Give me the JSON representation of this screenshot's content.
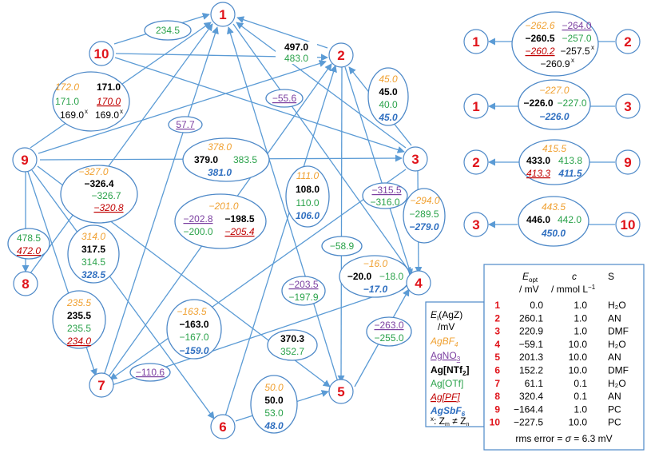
{
  "nodes": [
    {
      "id": "1",
      "label": "1"
    },
    {
      "id": "2",
      "label": "2"
    },
    {
      "id": "3",
      "label": "3"
    },
    {
      "id": "4",
      "label": "4"
    },
    {
      "id": "5",
      "label": "5"
    },
    {
      "id": "6",
      "label": "6"
    },
    {
      "id": "7",
      "label": "7"
    },
    {
      "id": "8",
      "label": "8"
    },
    {
      "id": "9",
      "label": "9"
    },
    {
      "id": "10",
      "label": "10"
    }
  ],
  "edge_values": {
    "e10_1": {
      "green": "234.5"
    },
    "e10_2": {
      "black": "497.0",
      "green": "483.0"
    },
    "e10_1_big": {
      "orange": "172.0",
      "black": "171.0",
      "green": "171.0",
      "red": "170.0",
      "x1": "169.0",
      "x2": "169.0",
      "x_mark": "x"
    },
    "e_556": {
      "purple": "−55.6"
    },
    "e_577": {
      "purple": "57.7"
    },
    "e2_3": {
      "orange": "45.0",
      "black": "45.0",
      "green": "40.0",
      "blue": "45.0"
    },
    "e9_3": {
      "orange": "378.0",
      "black": "379.0",
      "green": "383.5",
      "blue": "381.0"
    },
    "e9_1": {
      "orange": "−327.0",
      "black": "−326.4",
      "green": "−326.7",
      "red": "−320.8"
    },
    "e6_2": {
      "orange": "111.0",
      "black": "108.0",
      "green": "110.0",
      "blue": "106.0"
    },
    "e3_7": {
      "purple": "−315.5",
      "green": "−316.0"
    },
    "e2_7": {
      "orange": "−201.0",
      "purple": "−202.8",
      "black": "−198.5",
      "green": "−200.0",
      "red": "−205.4"
    },
    "e3_4": {
      "orange": "−294.0",
      "green": "−289.5",
      "blue": "−279.0"
    },
    "e2_5": {
      "green": "−58.9"
    },
    "e9_6": {
      "orange": "314.0",
      "black": "317.5",
      "green": "314.5",
      "blue": "328.5"
    },
    "e9_8": {
      "green": "478.5",
      "red": "472.0"
    },
    "e1_4": {
      "orange": "−16.0",
      "black": "−20.0",
      "green": "−18.0",
      "blue": "−17.0"
    },
    "e1_5": {
      "purple": "−203.5",
      "green": "−197.9"
    },
    "e9_7": {
      "orange": "235.5",
      "black": "235.5",
      "green": "235.5",
      "red": "234.0"
    },
    "e3_7b": {
      "orange": "−163.5",
      "black": "−163.0",
      "green": "−167.0",
      "blue": "−159.0"
    },
    "e4_5": {
      "purple": "−263.0",
      "green": "−255.0"
    },
    "e9_5": {
      "black": "370.3",
      "green": "352.7"
    },
    "e7_4": {
      "purple": "−110.6"
    },
    "e6_5": {
      "orange": "50.0",
      "black": "50.0",
      "green": "53.0",
      "blue": "48.0"
    }
  },
  "side_pairs": [
    {
      "from": "1",
      "to": "2",
      "orange": "−262.6",
      "purple": "−264.0",
      "black": "−260.5",
      "green": "−257.0",
      "red": "−260.2",
      "x1": "−257.5",
      "x2": "−260.9",
      "x_mark": "x"
    },
    {
      "from": "1",
      "to": "3",
      "orange": "−227.0",
      "black": "−226.0",
      "green": "−227.0",
      "blue": "−226.0"
    },
    {
      "from": "2",
      "to": "9",
      "orange": "415.5",
      "black": "433.0",
      "green": "413.8",
      "red": "413.3",
      "blue": "411.5"
    },
    {
      "from": "3",
      "to": "10",
      "orange": "443.5",
      "black": "446.0",
      "green": "442.0",
      "blue": "450.0"
    }
  ],
  "legend": {
    "title": "E",
    "title_sub": "I",
    "title_rest": "(AgZ)",
    "unit": "/mV",
    "items": [
      {
        "text": "AgBF",
        "sub": "4",
        "color": "orange"
      },
      {
        "text": "AgNO",
        "sub": "3",
        "color": "purple"
      },
      {
        "text": "Ag[NTf",
        "sub": "2",
        "tail": "]",
        "color": "black"
      },
      {
        "text": "Ag[OTf]",
        "sub": "",
        "color": "green"
      },
      {
        "text": "Ag[PF]",
        "sub": "",
        "color": "red"
      },
      {
        "text": "AgSbF",
        "sub": "6",
        "color": "blue"
      }
    ],
    "footnote_mark": "x",
    "footnote_text": ": Z",
    "footnote_m": "m",
    "footnote_neq": " ≠ Z",
    "footnote_n": "n"
  },
  "table": {
    "headers": {
      "eopt": "E",
      "eopt_sub": "opt",
      "eopt_unit": "/ mV",
      "c": "c",
      "c_unit": "/ mmol L",
      "c_unit_sup": "−1",
      "s": "S"
    },
    "rows": [
      {
        "n": "1",
        "eopt": "0.0",
        "c": "1.0",
        "s": "H₂O"
      },
      {
        "n": "2",
        "eopt": "260.1",
        "c": "1.0",
        "s": "AN"
      },
      {
        "n": "3",
        "eopt": "220.9",
        "c": "1.0",
        "s": "DMF"
      },
      {
        "n": "4",
        "eopt": "−59.1",
        "c": "10.0",
        "s": "H₂O"
      },
      {
        "n": "5",
        "eopt": "201.3",
        "c": "10.0",
        "s": "AN"
      },
      {
        "n": "6",
        "eopt": "152.2",
        "c": "10.0",
        "s": "DMF"
      },
      {
        "n": "7",
        "eopt": "61.1",
        "c": "0.1",
        "s": "H₂O"
      },
      {
        "n": "8",
        "eopt": "320.4",
        "c": "0.1",
        "s": "AN"
      },
      {
        "n": "9",
        "eopt": "−164.4",
        "c": "1.0",
        "s": "PC"
      },
      {
        "n": "10",
        "eopt": "−227.5",
        "c": "10.0",
        "s": "PC"
      }
    ],
    "footer_a": "rms error = ",
    "footer_sigma": "σ",
    "footer_b": " = 6.3 mV"
  }
}
